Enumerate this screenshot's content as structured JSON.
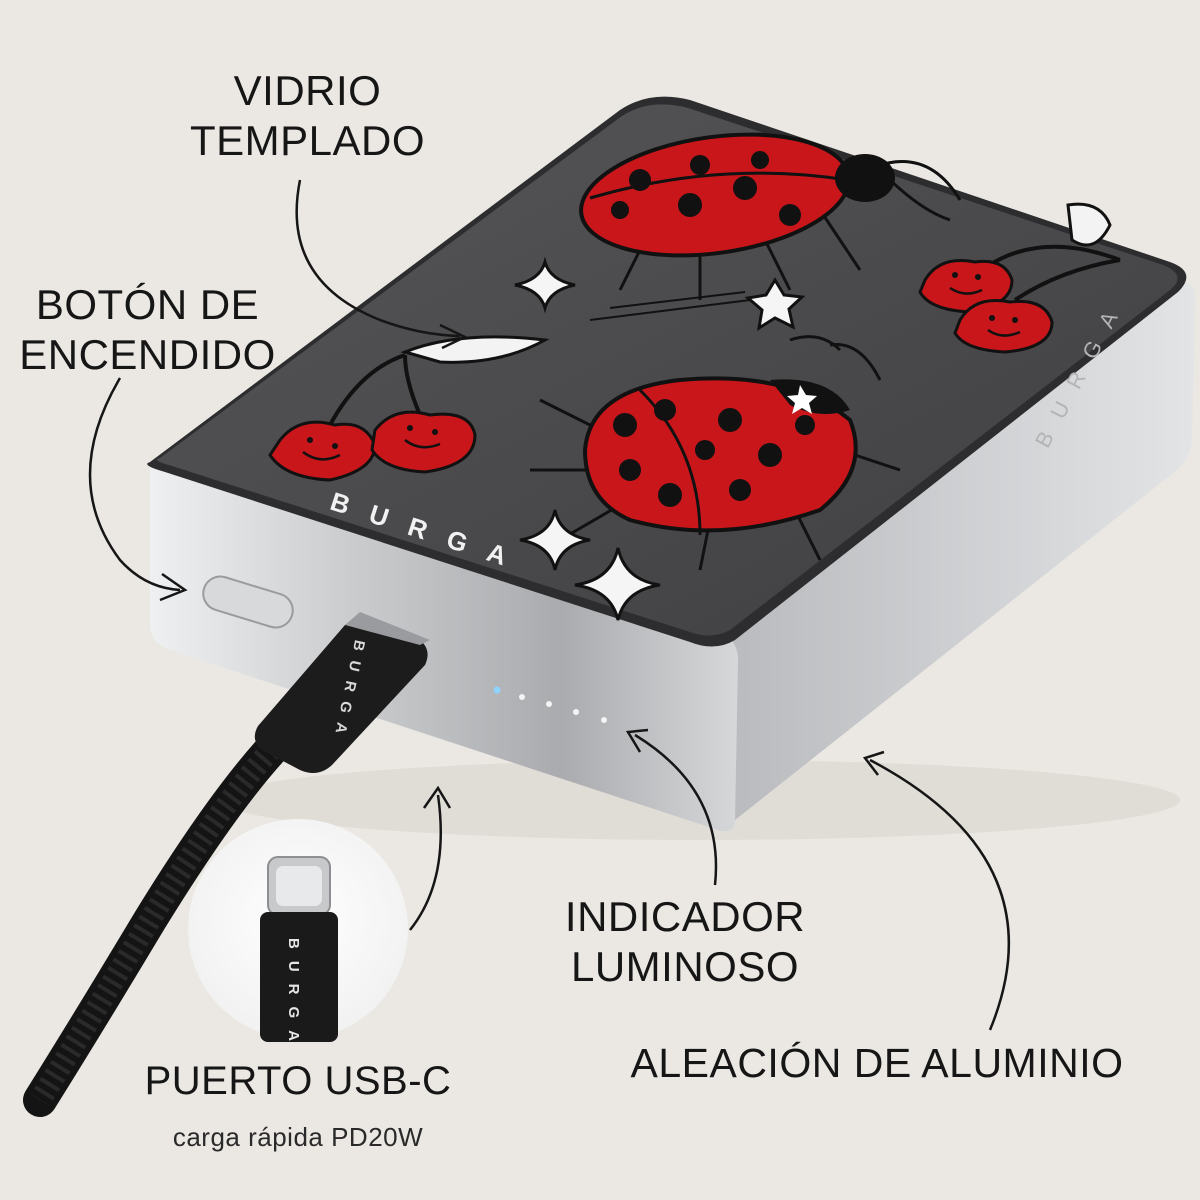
{
  "brand": "BURGA",
  "labels": {
    "vidrio": [
      "VIDRIO",
      "TEMPLADO"
    ],
    "boton": [
      "BOTÓN DE",
      "ENCENDIDO"
    ],
    "usb_title": "PUERTO USB-C",
    "usb_subtitle": "carga rápida PD20W",
    "indicador": [
      "INDICADOR",
      "LUMINOSO"
    ],
    "aleacion": "ALEACIÓN DE ALUMINIO"
  },
  "colors": {
    "background": "#ebe8e3",
    "glass": "#4a4a4c",
    "aluminum": "#c9cacc",
    "ladybug_red": "#c8161b",
    "cable": "#141414"
  },
  "icons": [
    "ladybug-illustration",
    "cherry-illustration",
    "star-sparkle-icon",
    "leaf-icon"
  ]
}
